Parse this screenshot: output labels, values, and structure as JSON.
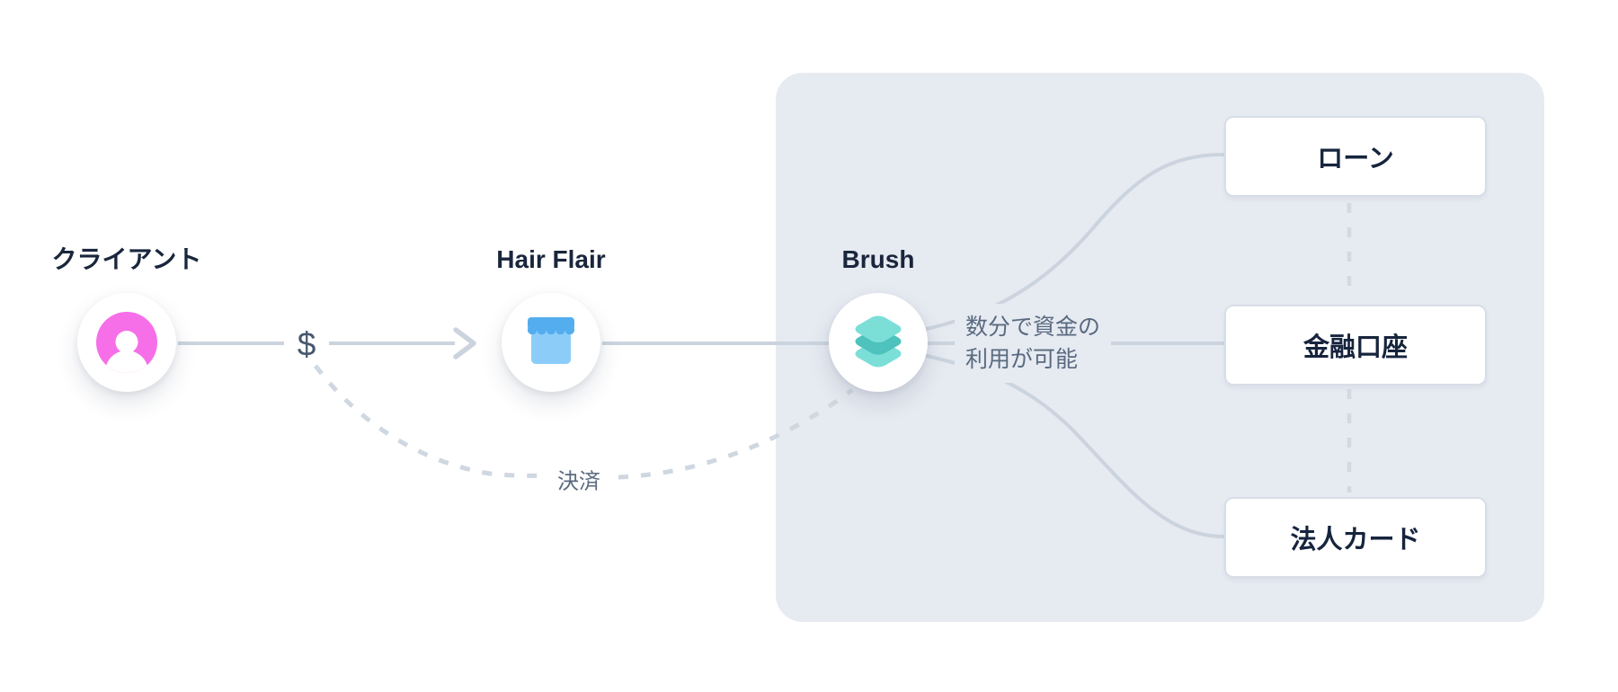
{
  "diagram": {
    "nodes": [
      {
        "id": "client",
        "label": "クライアント",
        "icon": "person-icon",
        "icon_color": "#F66FE8"
      },
      {
        "id": "hair-flair",
        "label": "Hair Flair",
        "icon": "storefront-icon",
        "icon_color": "#53ADEE"
      },
      {
        "id": "brush",
        "label": "Brush",
        "icon": "layers-icon",
        "icon_color": "#4EC2BC"
      }
    ],
    "flow_labels": {
      "amount": "$",
      "payment": "決済",
      "funds_note_line1": "数分で資金の",
      "funds_note_line2": "利用が可能"
    },
    "destinations": [
      {
        "label": "ローン"
      },
      {
        "label": "金融口座"
      },
      {
        "label": "法人カード"
      }
    ],
    "colors": {
      "panel_bg": "#E6EAF1",
      "solid_line": "#CBD4DE",
      "dashed_line": "#CFD7E0",
      "heading_text": "#19263C",
      "note_text": "#596A80",
      "pink": "#F66FE8",
      "store_blue_dark": "#53ADEE",
      "store_blue_light": "#8BCDF8",
      "layers_teal_light": "#7BDFD8",
      "layers_teal_dark": "#4EC2BC"
    }
  }
}
